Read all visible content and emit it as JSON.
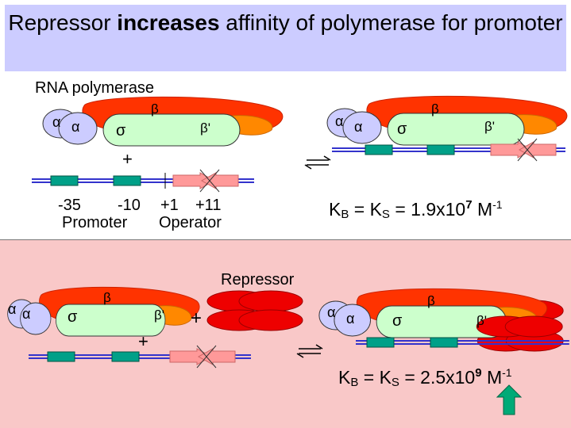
{
  "title": {
    "pre": "Repressor ",
    "bold": "increases",
    "post": " affinity of polymerase for promoter"
  },
  "labels": {
    "rna_polymerase": "RNA polymerase",
    "alpha": "α",
    "beta": "β",
    "beta_prime": "β'",
    "sigma": "σ",
    "plus": "+",
    "pos_minus35": "-35",
    "pos_minus10": "-10",
    "pos_plus1": "+1",
    "pos_plus11": "+11",
    "promoter": "Promoter",
    "operator": "Operator",
    "repressor": "Repressor"
  },
  "equations": {
    "top": {
      "k1": "K",
      "sub1": "B",
      "eq1": " = K",
      "sub2": "S",
      "val": " = 1.9x10",
      "exp": "7",
      "unit": " M",
      "unit_exp": "-1"
    },
    "bottom": {
      "k1": "K",
      "sub1": "B",
      "eq1": " = K",
      "sub2": "S",
      "val": " = 2.5x10",
      "exp": "9",
      "unit": " M",
      "unit_exp": "-1"
    }
  },
  "colors": {
    "title_bg": "#ccccff",
    "lower_bg": "#f9c8c8",
    "beta": "#ff3300",
    "beta_prime": "#ff8800",
    "sigma": "#ccffcc",
    "alpha": "#ccccff",
    "dna": "#3333cc",
    "promoter_box": "#00a088",
    "operator_arrow": "#ff9999",
    "repressor": "#ee0000",
    "up_arrow": "#00aa77"
  }
}
